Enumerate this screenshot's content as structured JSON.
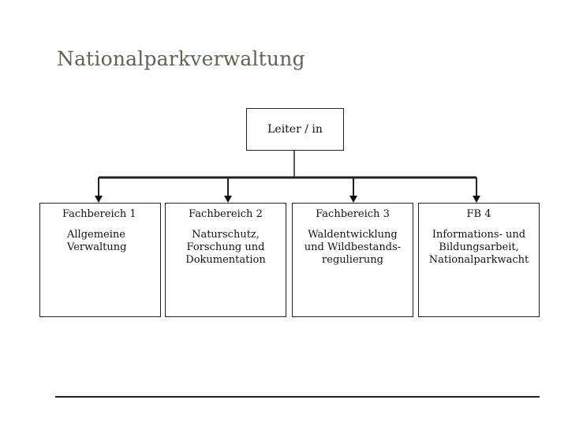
{
  "title": "Nationalparkverwaltung",
  "leader": "Leiter / in",
  "departments": [
    {
      "head": "Fachbereich 1",
      "lines": [
        "Allgemeine",
        "Verwaltung"
      ]
    },
    {
      "head": "Fachbereich 2",
      "lines": [
        "Naturschutz,",
        "Forschung und",
        "Dokumentation"
      ]
    },
    {
      "head": "Fachbereich 3",
      "lines": [
        "Waldentwicklung",
        "und Wildbestands-",
        "regulierung"
      ]
    },
    {
      "head": "FB 4",
      "lines": [
        "Informations- und",
        "Bildungsarbeit,",
        "Nationalparkwacht"
      ]
    }
  ]
}
